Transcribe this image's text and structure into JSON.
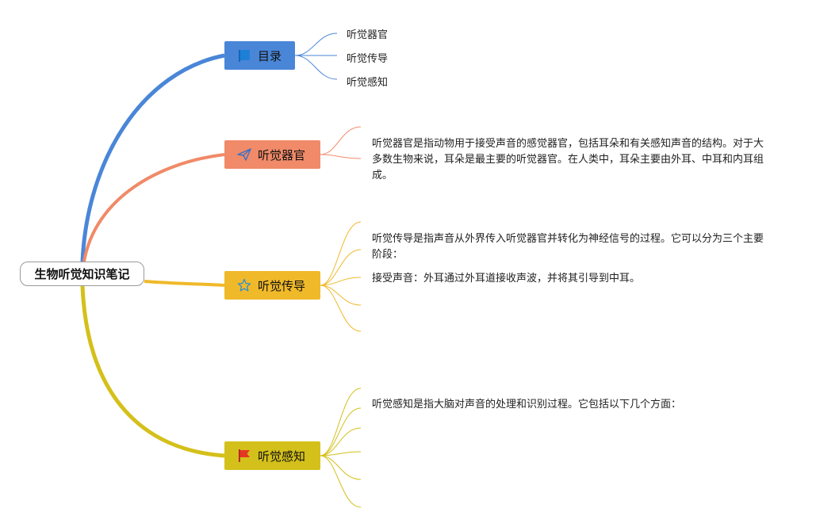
{
  "root": {
    "label": "生物听觉知识笔记"
  },
  "branches": [
    {
      "label": "目录",
      "color": "#4a86d8",
      "icon": "blue-flag-icon"
    },
    {
      "label": "听觉器官",
      "color": "#f08a68",
      "icon": "paper-plane-icon"
    },
    {
      "label": "听觉传导",
      "color": "#f0b92a",
      "icon": "star-icon"
    },
    {
      "label": "听觉感知",
      "color": "#d4c01a",
      "icon": "red-flag-icon"
    }
  ],
  "toc": [
    "听觉器官",
    "听觉传导",
    "听觉感知"
  ],
  "organ_text": "听觉器官是指动物用于接受声音的感觉器官，包括耳朵和有关感知声音的结构。对于大多数生物来说，耳朵是最主要的听觉器官。在人类中，耳朵主要由外耳、中耳和内耳组成。",
  "conduction_text": "听觉传导是指声音从外界传入听觉器官并转化为神经信号的过程。它可以分为三个主要阶段：",
  "conduction_stage1": "接受声音：外耳通过外耳道接收声波，并将其引导到中耳。",
  "perception_text": "听觉感知是指大脑对声音的处理和识别过程。它包括以下几个方面："
}
